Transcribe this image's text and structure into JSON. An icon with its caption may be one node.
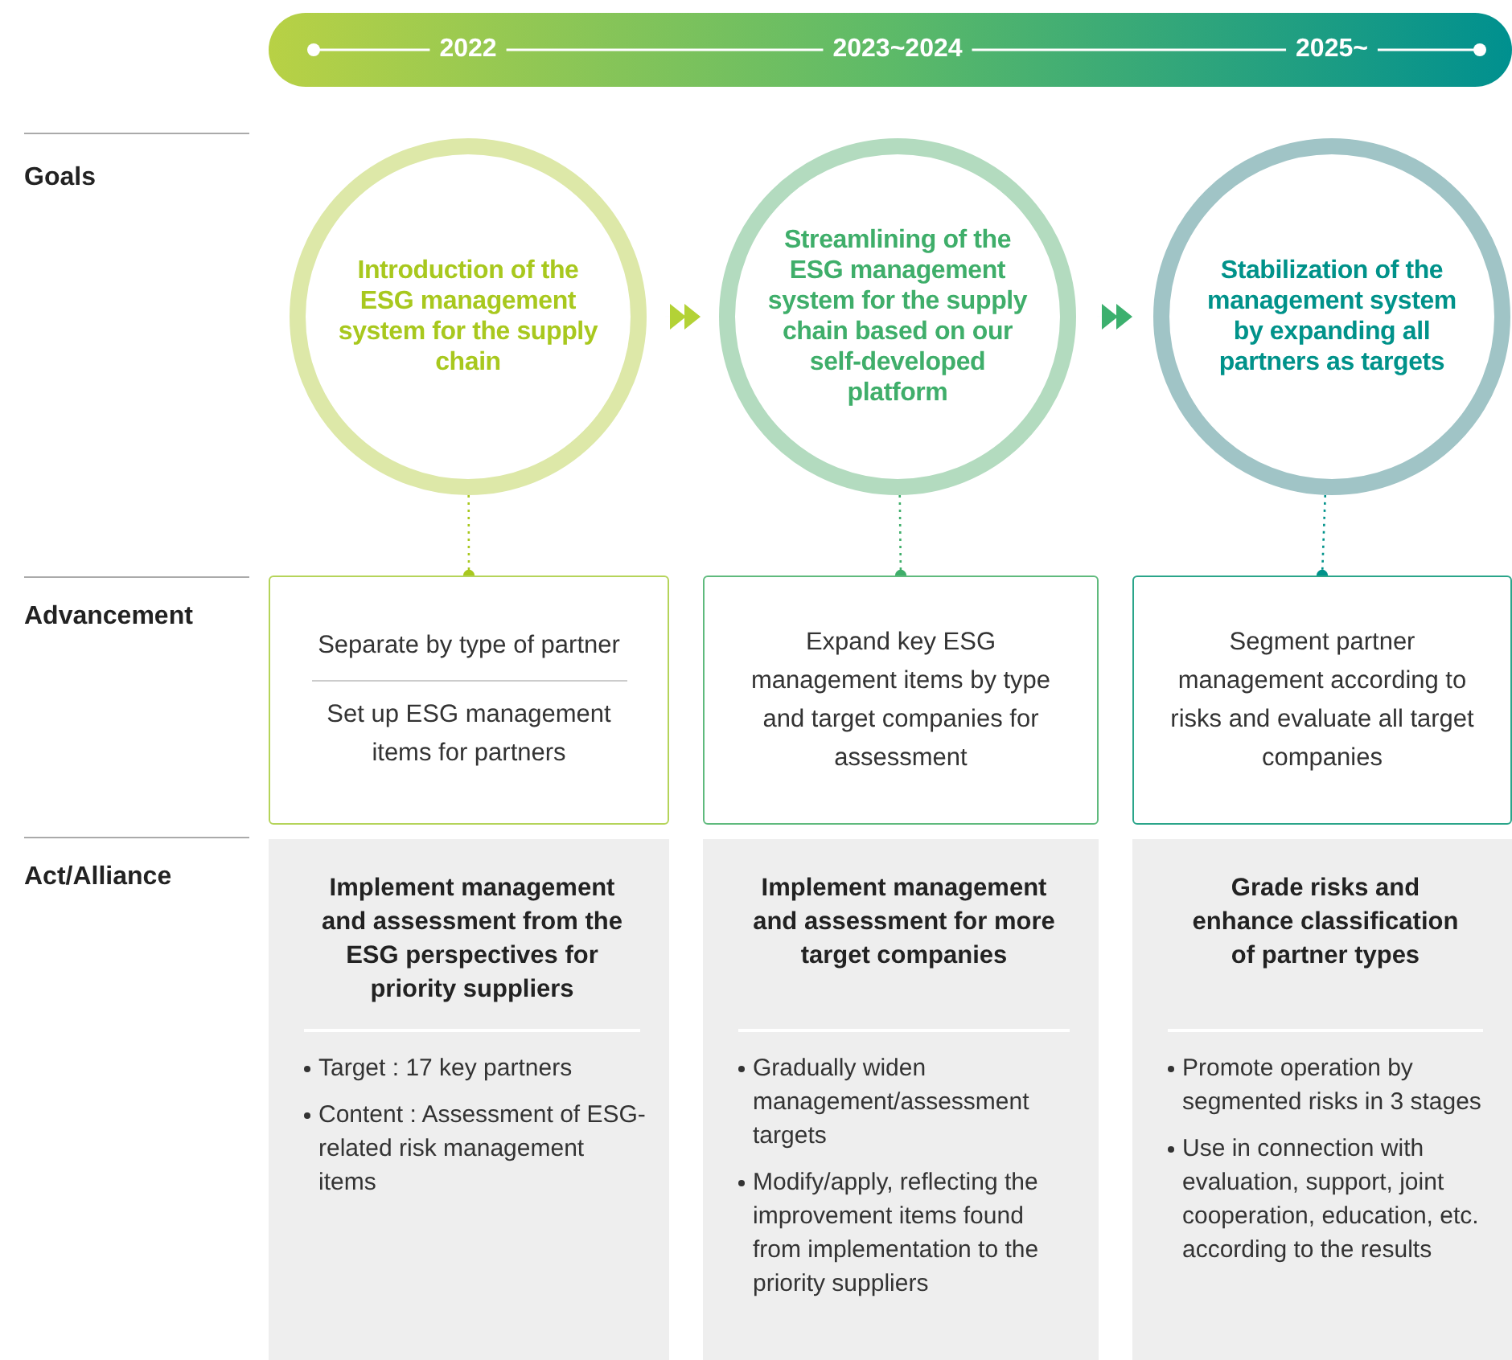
{
  "diagram": {
    "nodes": [
      {
        "text": [
          "Introduction of the ESG management system for the supply chain"
        ]
      },
      {
        "text": [
          "Streamlining of the ESG management system for the supply chain based on our self-developed platform"
        ]
      },
      {
        "text": [
          "Stabilization of the management system by expanding all partners as targets"
        ]
      },
      {
        "text": [
          "Separate by type of partner",
          "Set up ESG management items for partners"
        ]
      },
      {
        "text": [
          "Expand key ESG management items by type and target companies for assessment"
        ]
      },
      {
        "text": [
          "Segment partner management according to risks and evaluate all target companies"
        ]
      },
      {
        "text": [
          "Implement management and assessment from the ESG perspectives for priority suppliers",
          "Target : 17 key partners",
          "Content : Assessment of ESG-related risk management items"
        ]
      },
      {
        "text": [
          "Implement management and assessment for more target companies",
          "Gradually widen management/assessment targets",
          "Modify/apply, reflecting the improvement items found from implementation to the priority suppliers"
        ]
      },
      {
        "text": [
          "Grade risks and enhance classification of partner types",
          "Promote operation by segmented risks in 3 stages",
          "Use in connection with evaluation, support, joint cooperation, education, etc. according to the results"
        ]
      }
    ],
    "edges": [
      {
        "from": 0,
        "to": 1,
        "arrow": "to",
        "color": "#b3d236"
      },
      {
        "from": 1,
        "to": 2,
        "arrow": "to",
        "color": "#3cb06e"
      },
      {
        "from": 0,
        "to": 3,
        "arrow": "other",
        "style": "dashed",
        "color": "#a8c81e"
      },
      {
        "from": 1,
        "to": 4,
        "arrow": "other",
        "style": "dashed",
        "color": "#3fae6a"
      },
      {
        "from": 2,
        "to": 5,
        "arrow": "other",
        "style": "dashed",
        "color": "#00928a"
      }
    ],
    "labels": [
      "2022",
      "2023~2024",
      "2025~",
      "Goals",
      "Advancement",
      "Act/Alliance"
    ]
  }
}
